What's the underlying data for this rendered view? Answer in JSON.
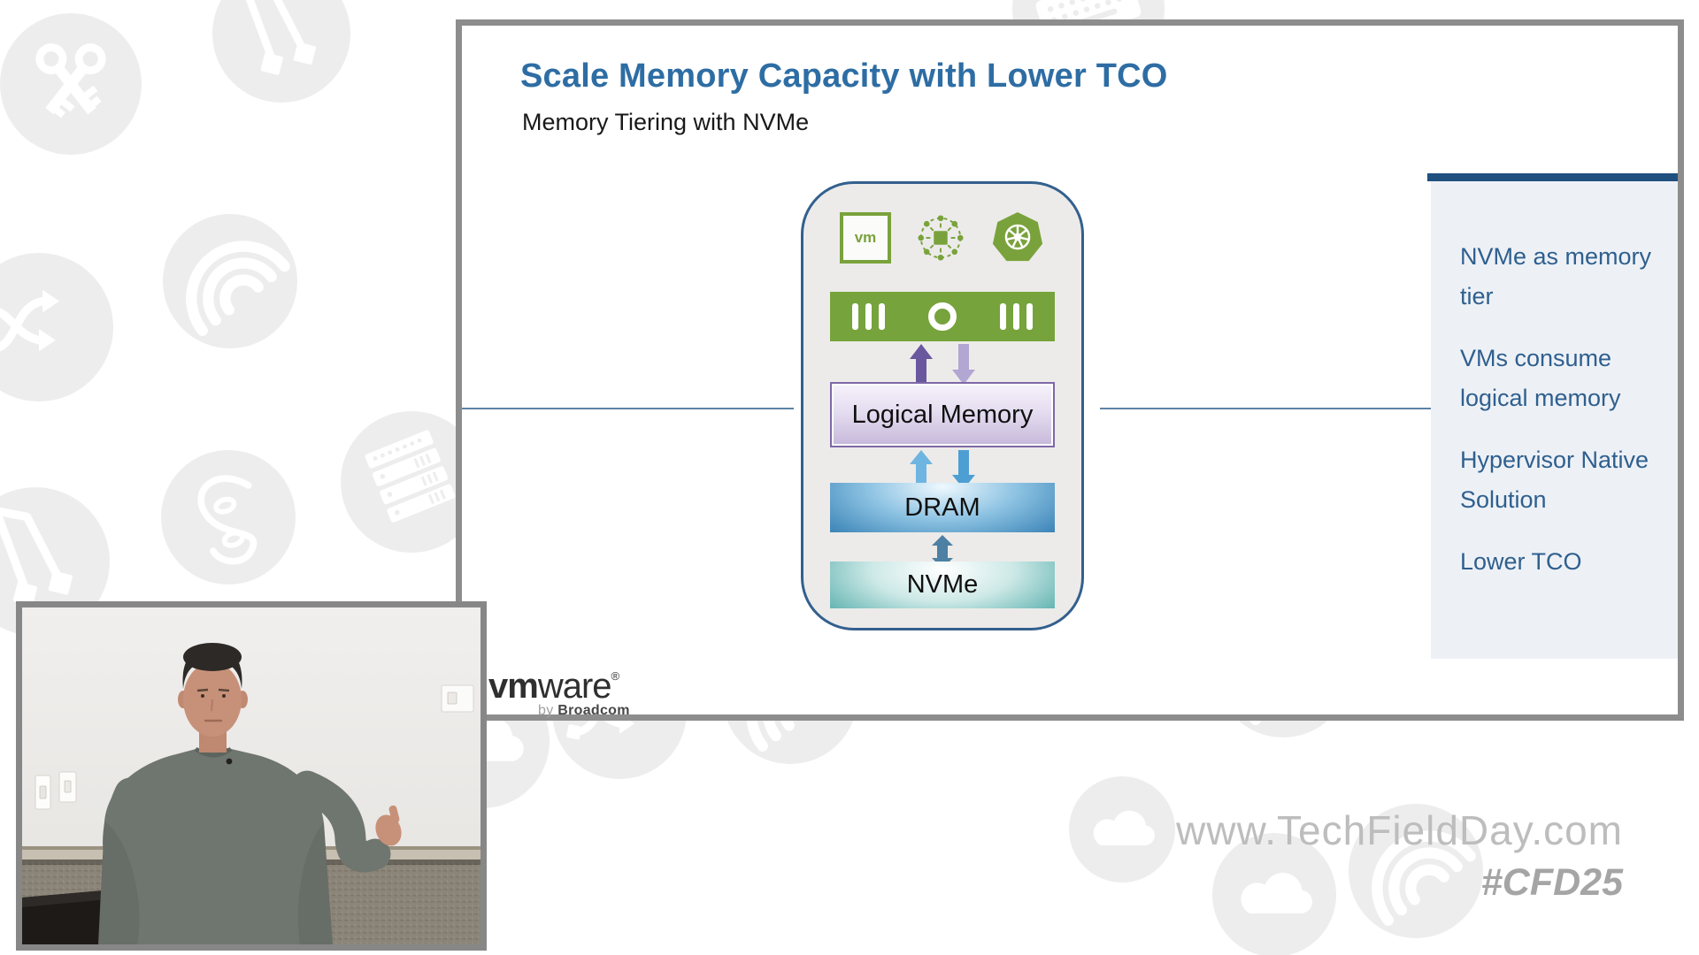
{
  "slide": {
    "title": "Scale Memory Capacity with Lower TCO",
    "subtitle": "Memory Tiering with NVMe",
    "diagram": {
      "vm_icon_label": "vm",
      "logical_memory_label": "Logical Memory",
      "dram_label": "DRAM",
      "nvme_label": "NVMe"
    },
    "bullets": [
      "NVMe as memory tier",
      "VMs consume logical memory",
      "Hypervisor Native Solution",
      "Lower TCO"
    ],
    "logo": {
      "brand_bold": "vm",
      "brand_rest": "ware",
      "registered_mark": "®",
      "byline_prefix": "by",
      "byline_brand": "Broadcom"
    }
  },
  "watermark": {
    "url": "www.TechFieldDay.com",
    "hashtag": "#CFD25"
  },
  "colors": {
    "title_blue": "#2e6da4",
    "diagram_green": "#76a33b",
    "panel_accent": "#20507f",
    "bullet_text": "#2f5f8e",
    "logical_memory_border": "#7e68a8",
    "dram_blue": "#2a77ae",
    "nvme_teal": "#3da19e",
    "slide_border_gray": "#8d8d8d",
    "watermark_gray": "#bdbdbd"
  }
}
